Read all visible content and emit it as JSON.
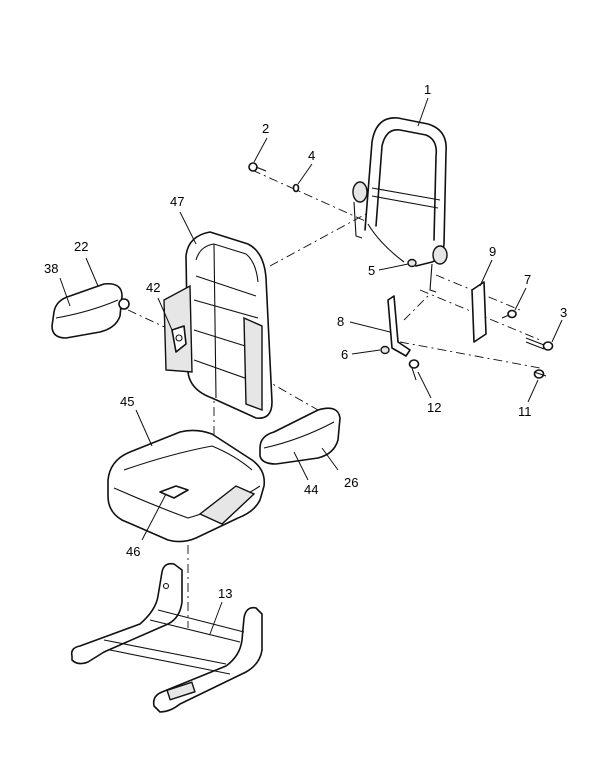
{
  "callouts": [
    {
      "id": "c1",
      "label": "1"
    },
    {
      "id": "c2",
      "label": "2"
    },
    {
      "id": "c3",
      "label": "3"
    },
    {
      "id": "c4",
      "label": "4"
    },
    {
      "id": "c5",
      "label": "5"
    },
    {
      "id": "c6",
      "label": "6"
    },
    {
      "id": "c7",
      "label": "7"
    },
    {
      "id": "c8",
      "label": "8"
    },
    {
      "id": "c9",
      "label": "9"
    },
    {
      "id": "c11",
      "label": "11"
    },
    {
      "id": "c12",
      "label": "12"
    },
    {
      "id": "c13",
      "label": "13"
    },
    {
      "id": "c22",
      "label": "22"
    },
    {
      "id": "c26",
      "label": "26"
    },
    {
      "id": "c38",
      "label": "38"
    },
    {
      "id": "c42",
      "label": "42"
    },
    {
      "id": "c44",
      "label": "44"
    },
    {
      "id": "c45",
      "label": "45"
    },
    {
      "id": "c46",
      "label": "46"
    },
    {
      "id": "c47",
      "label": "47"
    }
  ]
}
